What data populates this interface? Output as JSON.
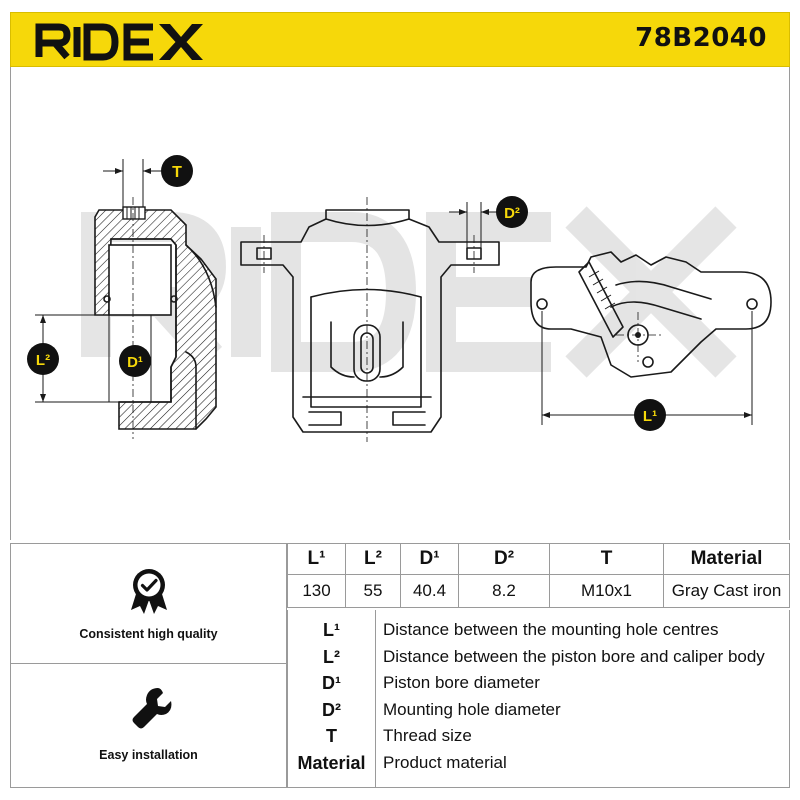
{
  "brand": {
    "name": "RIDEX",
    "color": "#f6d80a"
  },
  "part_number": "78B2040",
  "watermark": "RIDEX",
  "dimension_markers": {
    "t": "T",
    "d2": "D²",
    "l2": "L²",
    "d1": "D¹",
    "l1": "L¹"
  },
  "features": [
    {
      "icon": "quality-check-badge-icon",
      "label": "Consistent high quality"
    },
    {
      "icon": "wrench-icon",
      "label": "Easy installation"
    }
  ],
  "specs": {
    "headers": [
      "L¹",
      "L²",
      "D¹",
      "D²",
      "T",
      "Material"
    ],
    "values": [
      "130",
      "55",
      "40.4",
      "8.2",
      "M10x1",
      "Gray Cast iron"
    ]
  },
  "legend": [
    {
      "key": "L¹",
      "desc": "Distance between the mounting hole centres"
    },
    {
      "key": "L²",
      "desc": "Distance between the piston bore and caliper body"
    },
    {
      "key": "D¹",
      "desc": "Piston bore diameter"
    },
    {
      "key": "D²",
      "desc": "Mounting hole diameter"
    },
    {
      "key": "T",
      "desc": "Thread size"
    },
    {
      "key": "Material",
      "desc": "Product material"
    }
  ]
}
